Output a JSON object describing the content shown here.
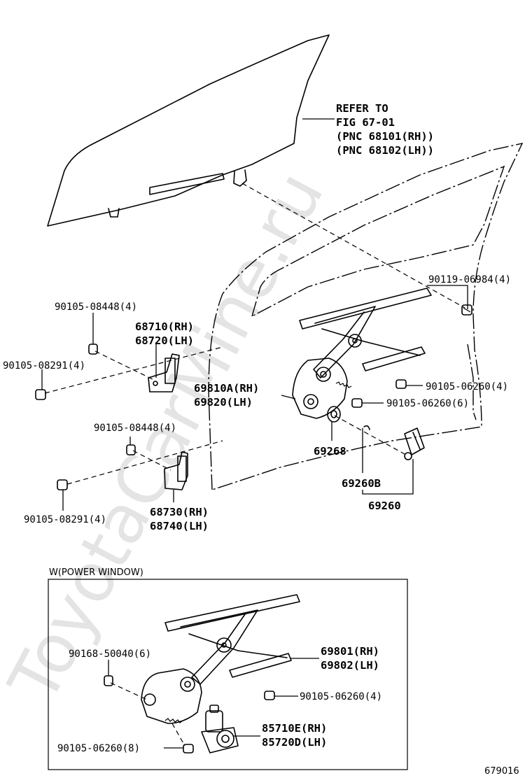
{
  "watermark": "ToyotaCarMine.ru",
  "refer": {
    "line1": "REFER TO",
    "line2": "FIG 67-01",
    "line3": "(PNC 68101(RH))",
    "line4": "(PNC 68102(LH))"
  },
  "labels": {
    "bolt_90119_06984": "90119-06984(4)",
    "bolt_90105_08448_upper": "90105-08448(4)",
    "bolt_90105_08291_upper": "90105-08291(4)",
    "hinge_upper_rh": "68710(RH)",
    "hinge_upper_lh": "68720(LH)",
    "regulator_rh": "69810A(RH)",
    "regulator_lh": "69820(LH)",
    "bolt_90105_06260_right": "90105-06260(4)",
    "bolt_90105_06260_mid": "90105-06260(6)",
    "washer_69268": "69268",
    "bolt_90105_08448_lower": "90105-08448(4)",
    "part_69260B": "69260B",
    "part_69260": "69260",
    "bolt_90105_08291_lower": "90105-08291(4)",
    "hinge_lower_rh": "68730(RH)",
    "hinge_lower_lh": "68740(LH)"
  },
  "power_window": {
    "title": "W(POWER WINDOW)",
    "bolt_90168_50040": "90168-50040(6)",
    "regulator_rh": "69801(RH)",
    "regulator_lh": "69802(LH)",
    "bolt_90105_06260_4": "90105-06260(4)",
    "motor_rh": "85710E(RH)",
    "motor_lh": "85720D(LH)",
    "bolt_90105_06260_8": "90105-06260(8)"
  },
  "figure_number": "679016"
}
